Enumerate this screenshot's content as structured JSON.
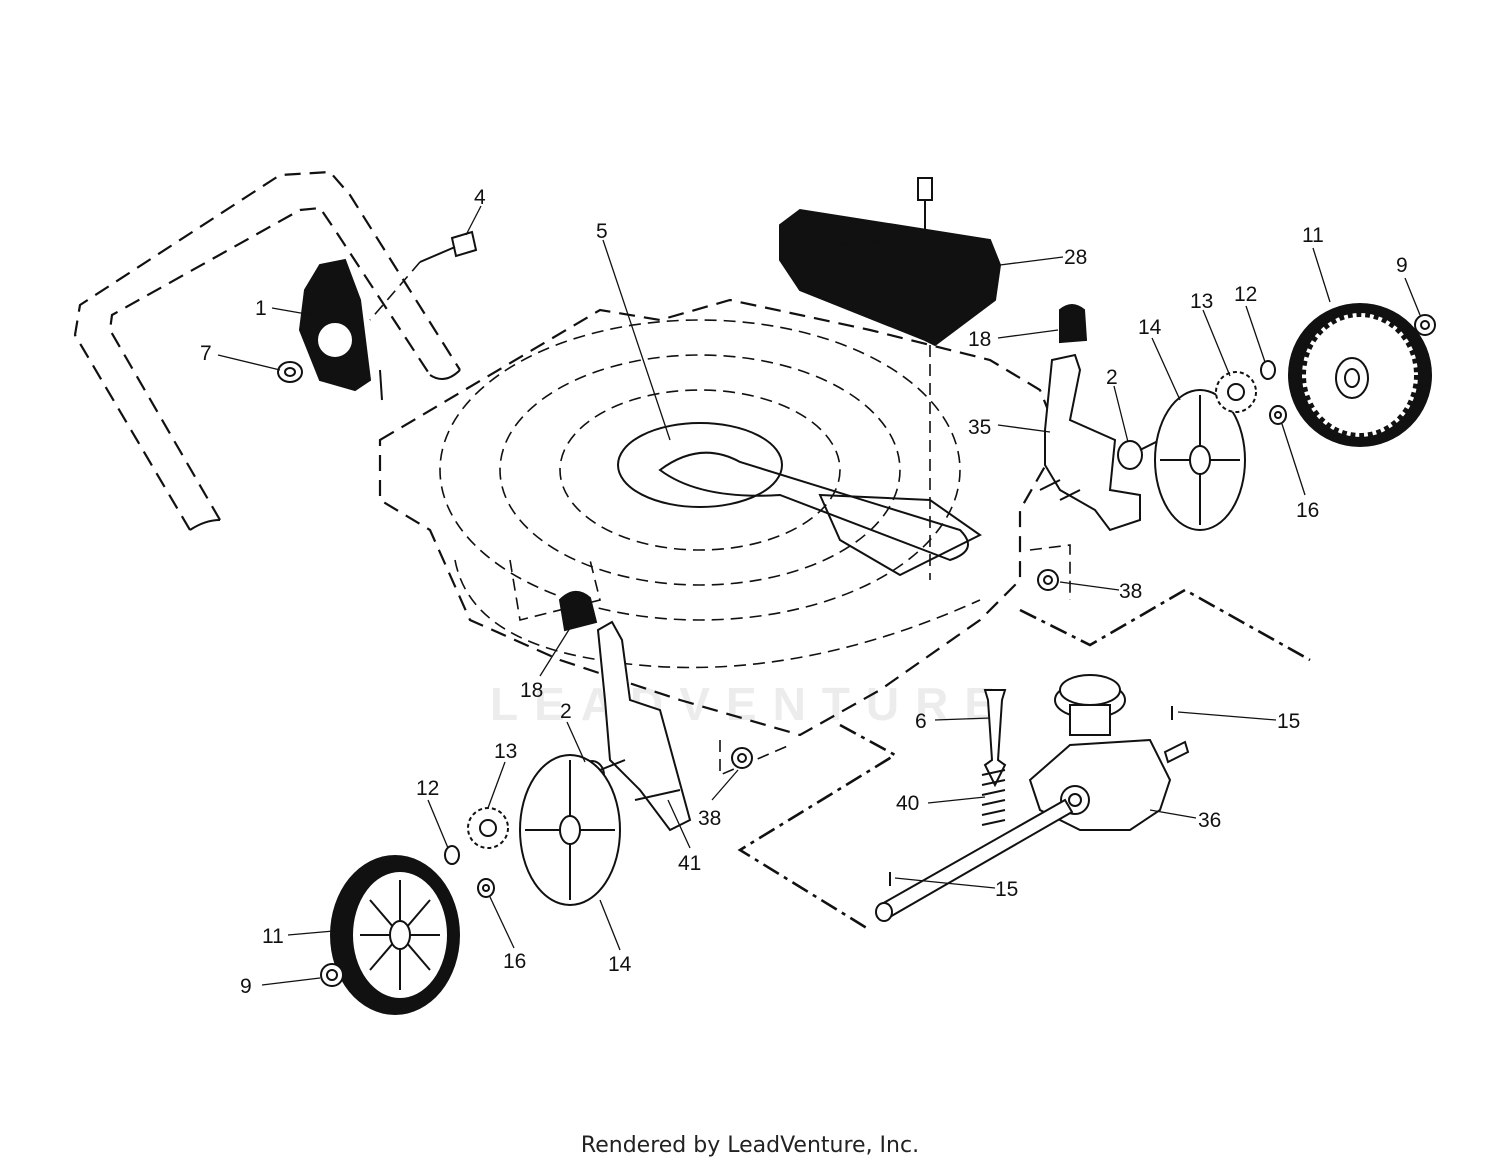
{
  "watermark": "LEADVENTURE",
  "footer": "Rendered by LeadVenture, Inc.",
  "callouts": [
    {
      "id": "c4",
      "text": "4"
    },
    {
      "id": "c1",
      "text": "1"
    },
    {
      "id": "c7",
      "text": "7"
    },
    {
      "id": "c5",
      "text": "5"
    },
    {
      "id": "c28",
      "text": "28"
    },
    {
      "id": "c18a",
      "text": "18"
    },
    {
      "id": "c2a",
      "text": "2"
    },
    {
      "id": "c35",
      "text": "35"
    },
    {
      "id": "c14a",
      "text": "14"
    },
    {
      "id": "c13a",
      "text": "13"
    },
    {
      "id": "c12a",
      "text": "12"
    },
    {
      "id": "c11a",
      "text": "11"
    },
    {
      "id": "c9a",
      "text": "9"
    },
    {
      "id": "c16a",
      "text": "16"
    },
    {
      "id": "c38a",
      "text": "38"
    },
    {
      "id": "c18b",
      "text": "18"
    },
    {
      "id": "c2b",
      "text": "2"
    },
    {
      "id": "c13b",
      "text": "13"
    },
    {
      "id": "c12b",
      "text": "12"
    },
    {
      "id": "c38b",
      "text": "38"
    },
    {
      "id": "c41",
      "text": "41"
    },
    {
      "id": "c6",
      "text": "6"
    },
    {
      "id": "c15a",
      "text": "15"
    },
    {
      "id": "c40",
      "text": "40"
    },
    {
      "id": "c36",
      "text": "36"
    },
    {
      "id": "c15b",
      "text": "15"
    },
    {
      "id": "c11b",
      "text": "11"
    },
    {
      "id": "c16b",
      "text": "16"
    },
    {
      "id": "c14b",
      "text": "14"
    },
    {
      "id": "c9b",
      "text": "9"
    }
  ]
}
